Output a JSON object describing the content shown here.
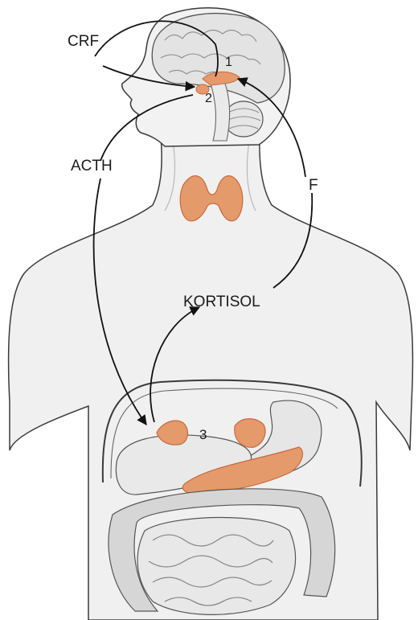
{
  "labels": {
    "crf": "CRF",
    "acth": "ACTH",
    "kortisol": "KORTISOL",
    "feedback": "F",
    "marker_1": "1",
    "marker_2": "2",
    "marker_3": "3"
  },
  "colors": {
    "gland": "#e59a6c",
    "gland_dark": "#c9693f",
    "body_fill": "#f0f0f0",
    "outline": "#3a3a3a",
    "intestine": "#d6d6d6",
    "arrow": "#111111"
  }
}
